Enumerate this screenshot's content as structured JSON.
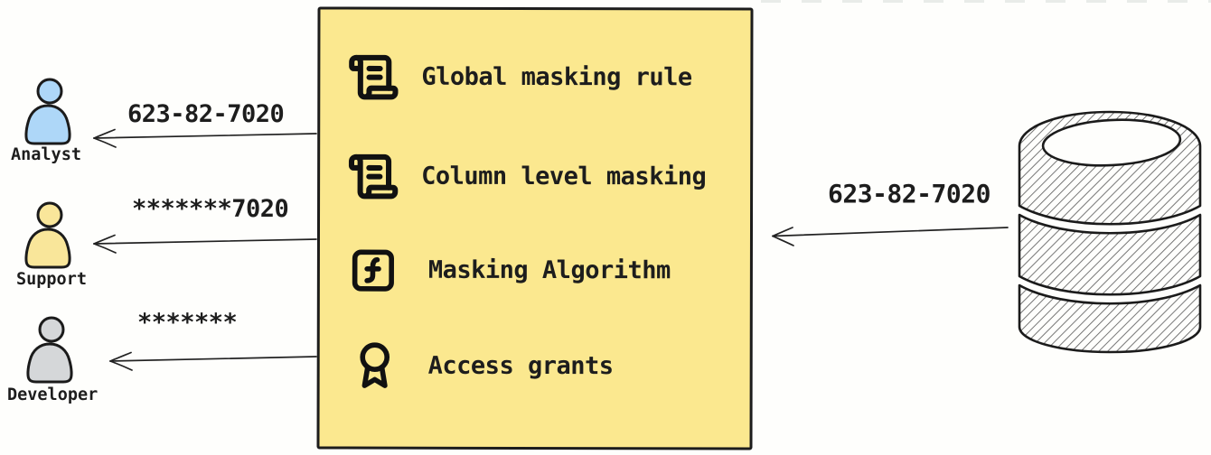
{
  "personas": [
    {
      "name": "Analyst",
      "received_value": "623-82-7020",
      "fill": "#aed7f8"
    },
    {
      "name": "Support",
      "received_value": "*******7020",
      "fill": "#f9e69a"
    },
    {
      "name": "Developer",
      "received_value": "*******",
      "fill": "#d5d7d9"
    }
  ],
  "masking_box": {
    "background": "#fbe88f",
    "items": [
      {
        "icon": "scroll-text-icon",
        "label": "Global masking rule"
      },
      {
        "icon": "scroll-text-icon",
        "label": "Column level masking"
      },
      {
        "icon": "function-square-icon",
        "label": "Masking Algorithm"
      },
      {
        "icon": "award-icon",
        "label": "Access grants"
      }
    ]
  },
  "database_flow": {
    "value": "623-82-7020"
  }
}
